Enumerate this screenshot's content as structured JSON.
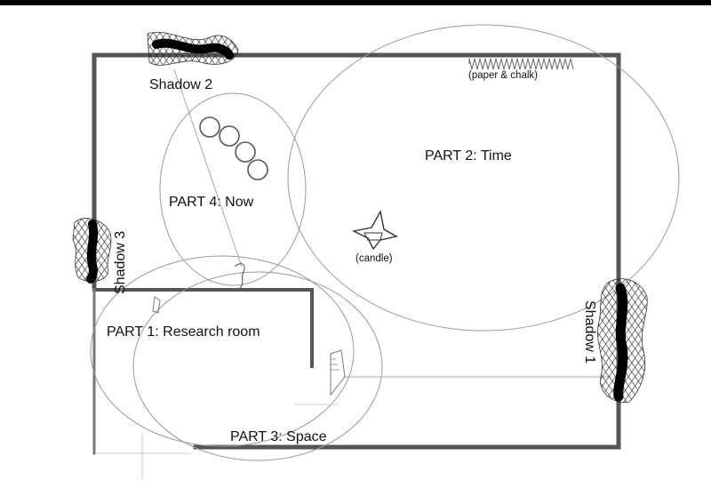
{
  "labels": {
    "part1": "PART 1: Research room",
    "part2": "PART 2: Time",
    "part3": "PART 3: Space",
    "part4": "PART 4: Now",
    "shadow1": "Shadow 1",
    "shadow2": "Shadow 2",
    "shadow3": "Shadow 3",
    "paper": "(paper & chalk)",
    "candle": "(candle)"
  },
  "colors": {
    "background_border": "#000000",
    "page": "#ffffff",
    "wall": "#555555",
    "line": "#888888",
    "shadow_ink": "#000000"
  },
  "icons": {
    "shadow": "cross-hatched-shadow-shape",
    "candle": "star-candle-icon",
    "paper": "zigzag-chalk-icon",
    "circles": "four-circle-sequence"
  }
}
